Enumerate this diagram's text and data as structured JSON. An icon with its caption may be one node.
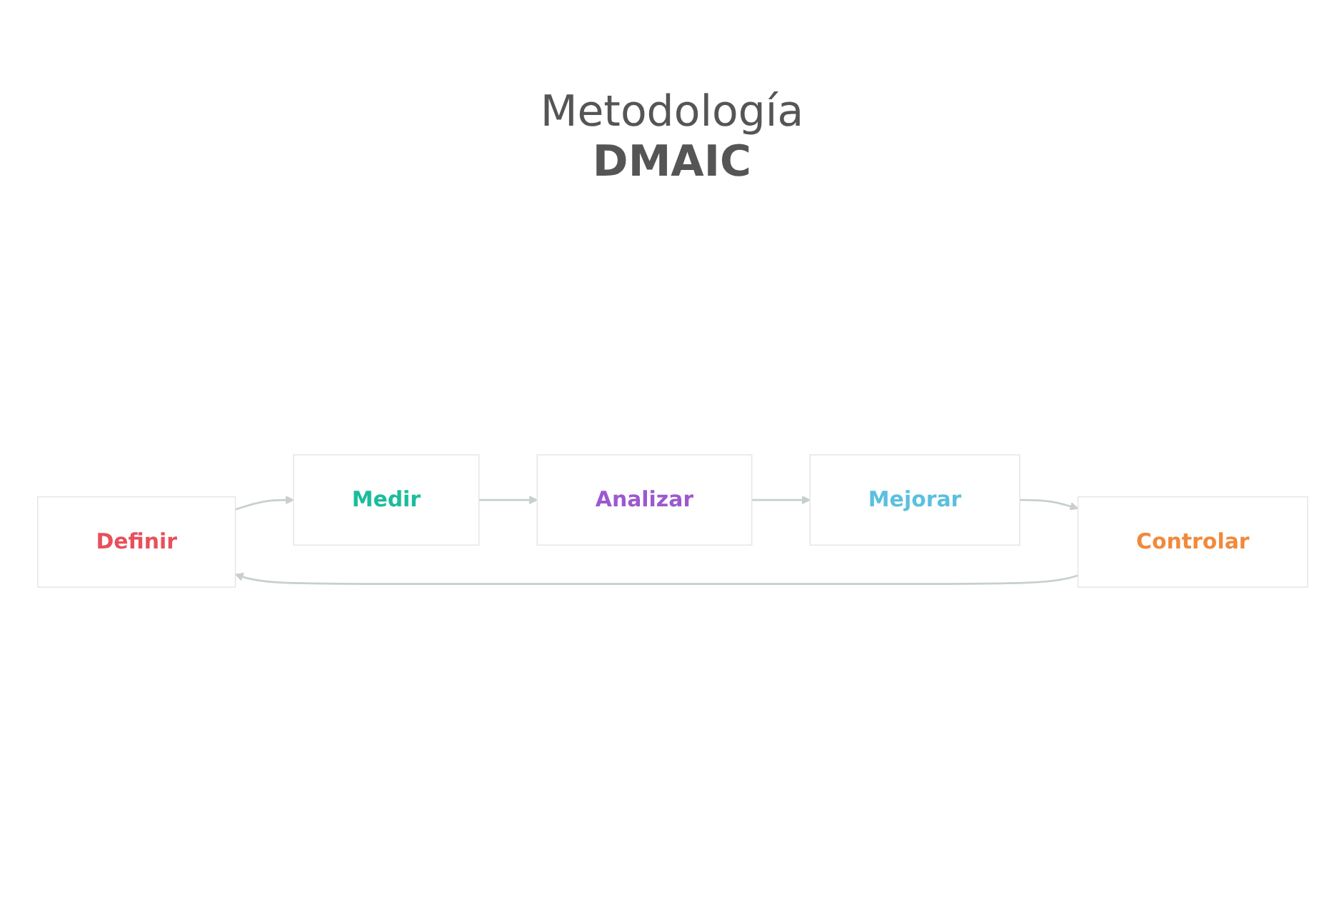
{
  "diagram": {
    "nodes": [
      {
        "text": [
          "Definir"
        ]
      },
      {
        "text": [
          "Medir"
        ]
      },
      {
        "text": [
          "Analizar"
        ]
      },
      {
        "text": [
          "Mejorar"
        ]
      },
      {
        "text": [
          "Controlar"
        ]
      }
    ],
    "edges": [
      {
        "from": 0,
        "to": 1,
        "arrow": "to"
      },
      {
        "from": 1,
        "to": 2,
        "arrow": "to"
      },
      {
        "from": 2,
        "to": 3,
        "arrow": "to"
      },
      {
        "from": 3,
        "to": 4,
        "arrow": "to"
      },
      {
        "from": 4,
        "to": 0,
        "arrow": "to"
      }
    ],
    "labels": [
      "Metodología",
      "DMAIC"
    ]
  }
}
